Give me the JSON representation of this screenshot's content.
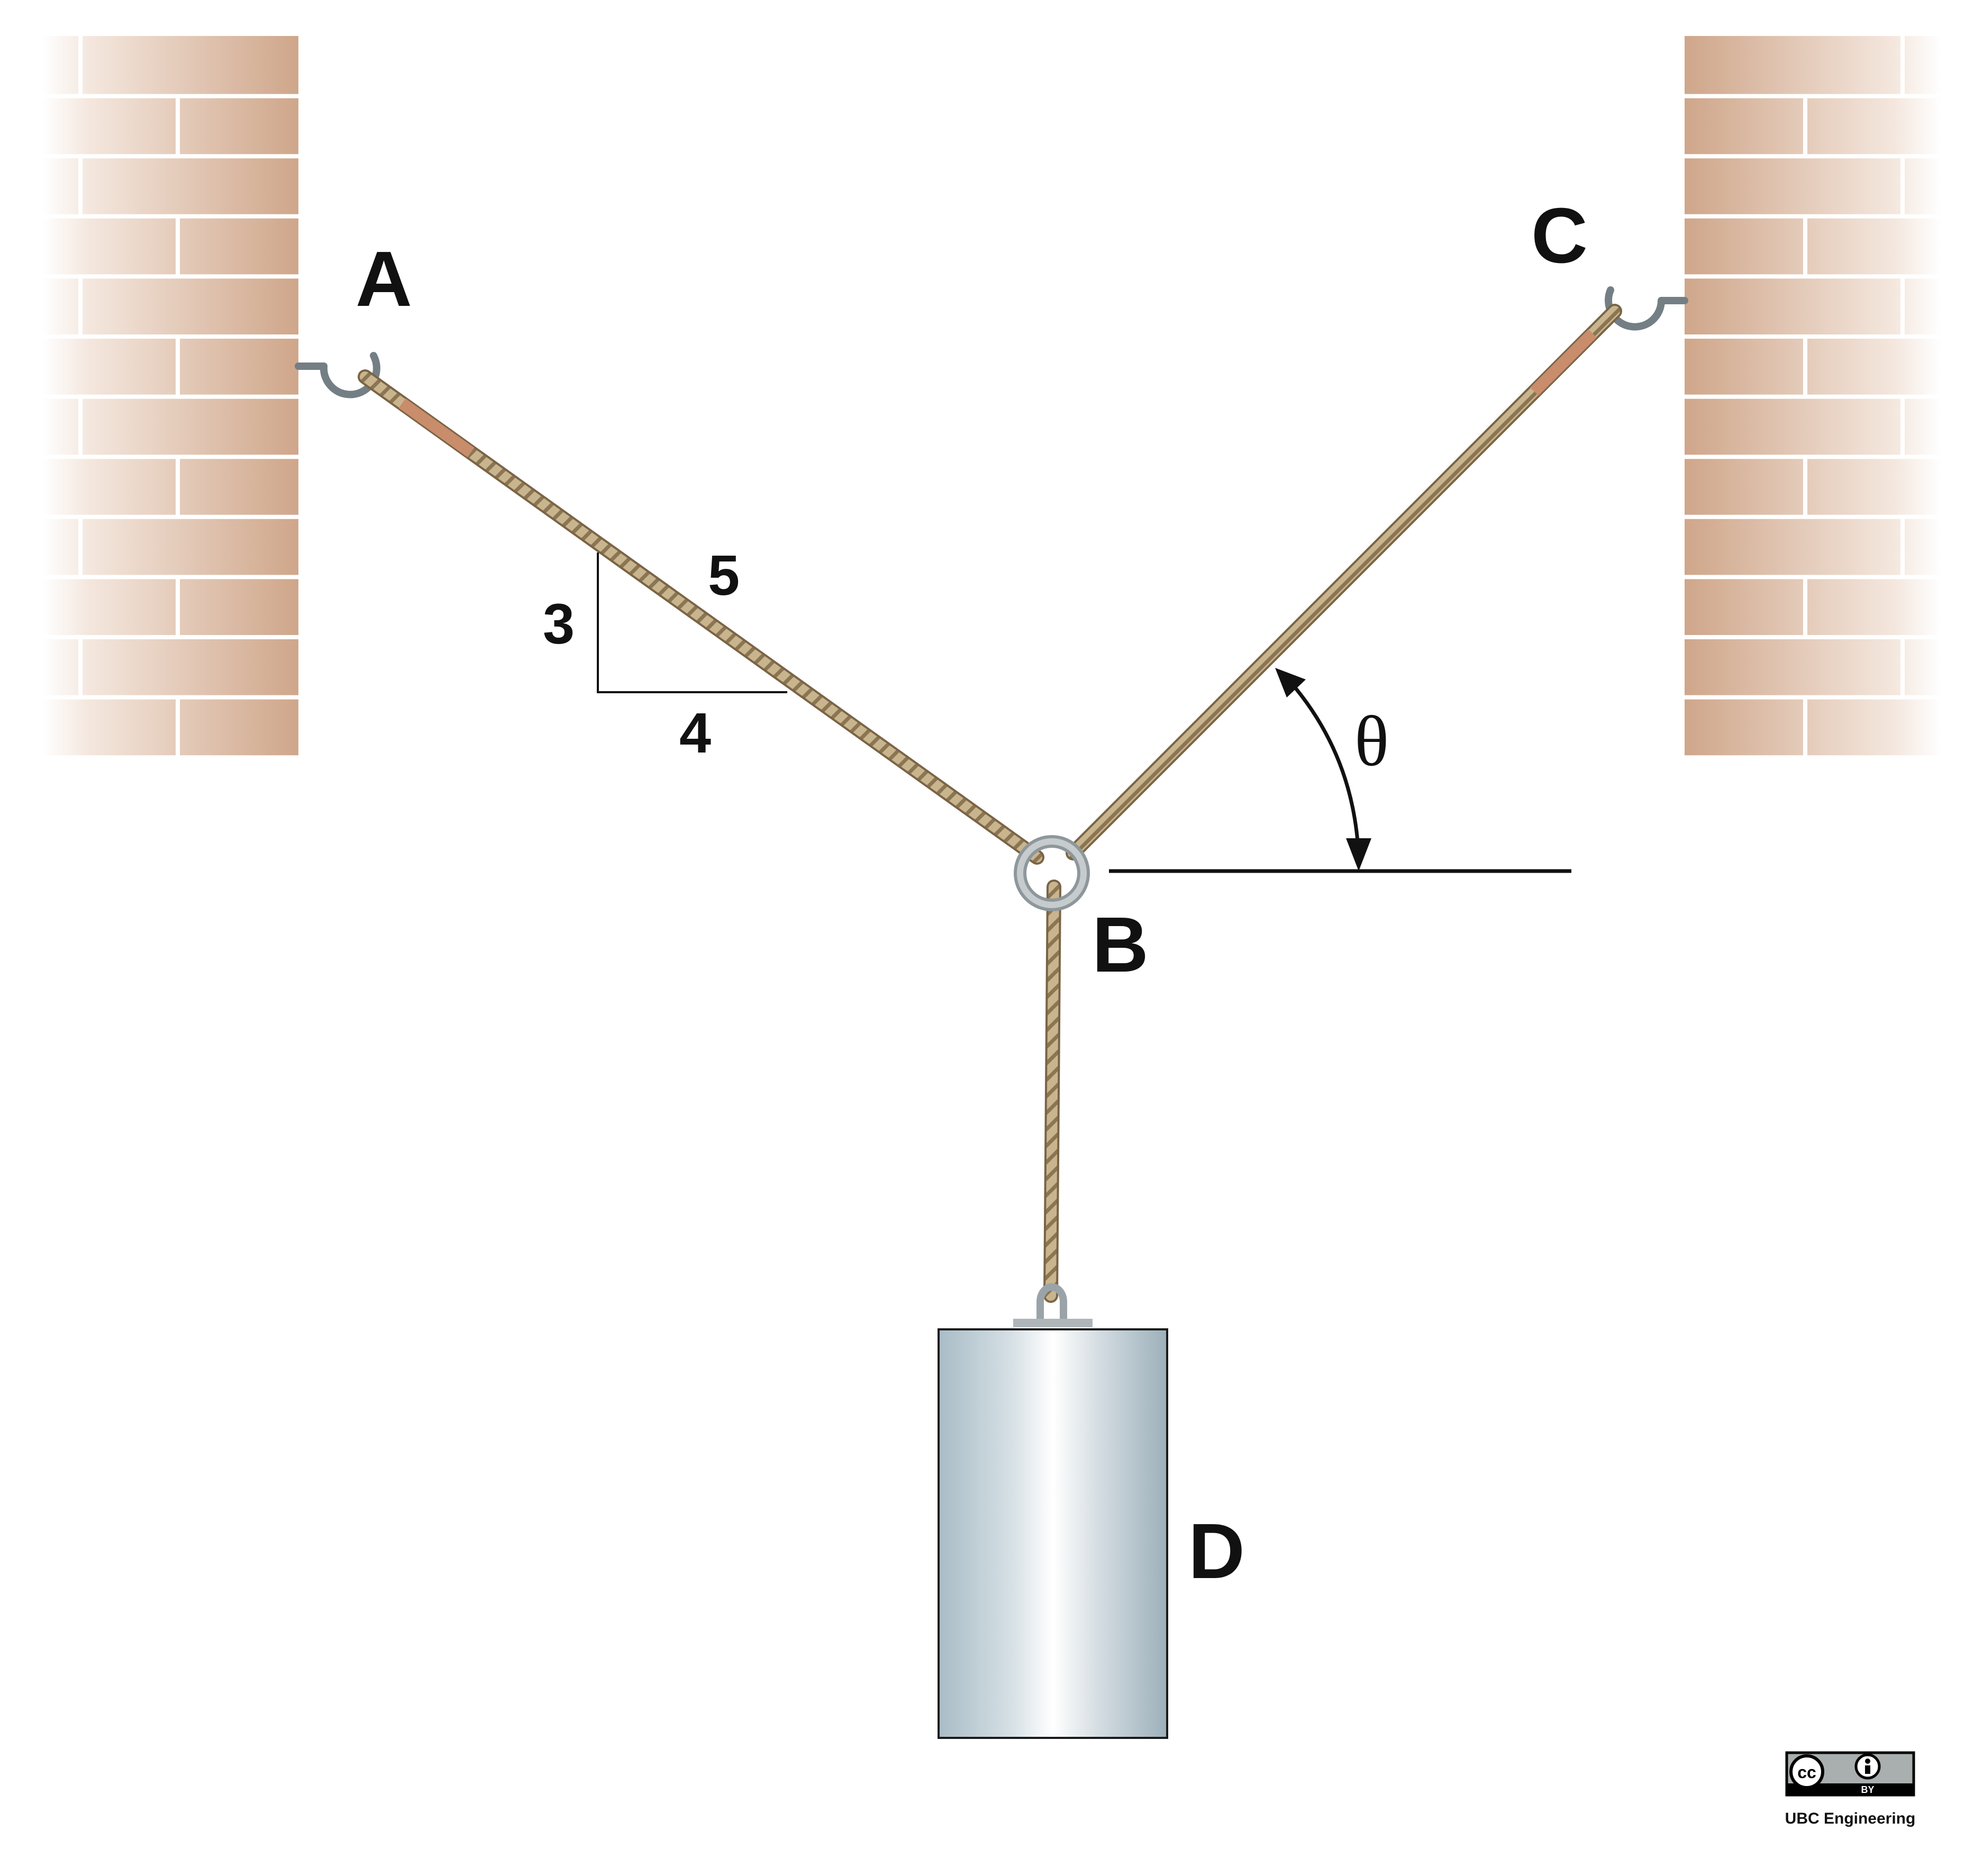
{
  "labels": {
    "point_a": "A",
    "point_b": "B",
    "point_c": "C",
    "point_d": "D",
    "angle": "θ"
  },
  "slope": {
    "rise": "3",
    "run": "4",
    "hypotenuse": "5"
  },
  "license": {
    "cc": "cc",
    "by": "BY",
    "attribution": "UBC Engineering"
  },
  "colors": {
    "rope": "#c8b58e",
    "rope_stripe": "#8b7553",
    "rope_sleeve": "#c98d6c",
    "hook": "#737f84",
    "ring": "#aab0b3",
    "weight_light": "#ffffff",
    "weight_dark": "#9fb3bd",
    "brick": "#d4ae94",
    "mortar": "#ffffff"
  },
  "icons": [
    "cc-icon",
    "attribution-person-icon",
    "hook-icon",
    "ring-icon"
  ]
}
